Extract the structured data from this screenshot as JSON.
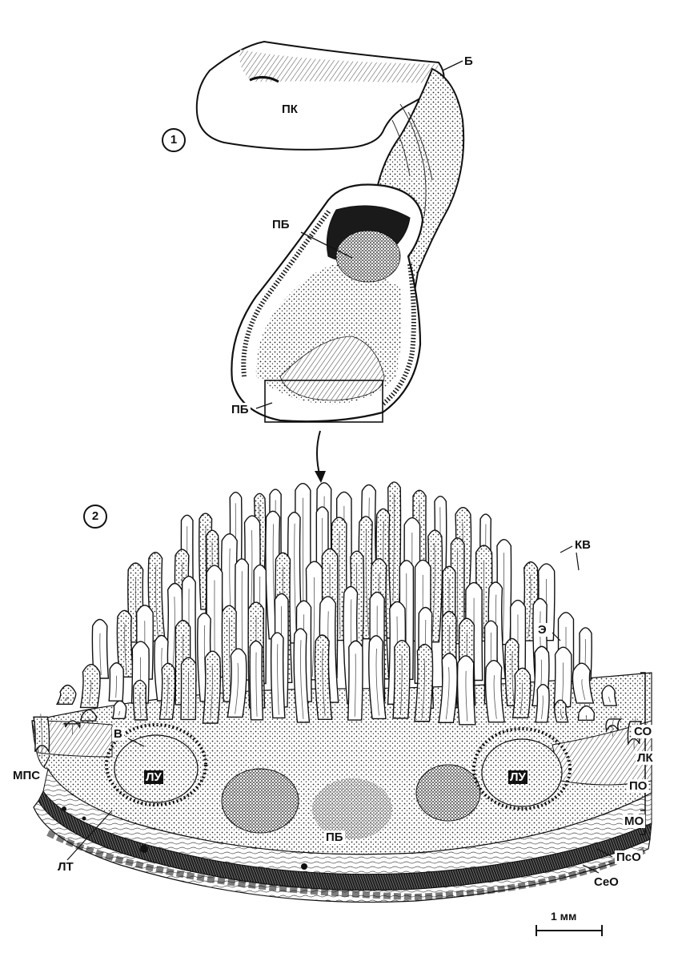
{
  "figure": {
    "panel_1": {
      "number": "1",
      "labels": {
        "stomach_body": "ПК",
        "duodenum": "Б",
        "peyer_patch_upper": "ПБ",
        "peyer_patch_lower": "ПБ"
      }
    },
    "panel_2": {
      "number": "2",
      "labels": {
        "villi": "КВ",
        "epithelium": "Э",
        "mucosa": "СО",
        "crypts": "ЛК",
        "submucosa": "ПО",
        "muscularis_mucosae": "МО",
        "muscular_layer": "ПсО",
        "serosa": "СеО",
        "dome": "В",
        "follicle_left": "ЛУ",
        "follicle_right": "ЛУ",
        "mps": "МПС",
        "lt": "ЛТ",
        "peyer_patch": "ПБ"
      }
    },
    "scale_bar": {
      "label": "1 мм"
    }
  }
}
